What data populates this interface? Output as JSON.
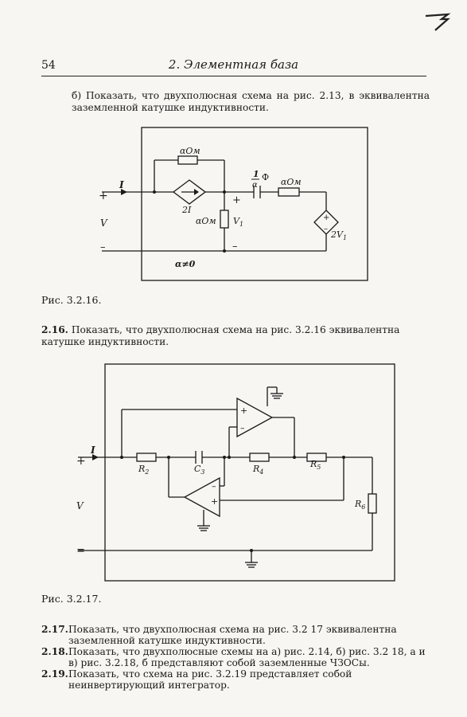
{
  "header": {
    "page_number": "54",
    "running_title": "2. Элементная база"
  },
  "paragraph_b": {
    "text": "б) Показать, что двухполюсная схема на рис. 2.13, в эквивалентна заземленной катушке индуктивности."
  },
  "figure_1": {
    "caption": "Рис. 3.2.16.",
    "labels": {
      "r_top": "αОм",
      "current": "I",
      "plus_left": "+",
      "voltage": "V",
      "minus_left": "–",
      "source": "2I",
      "r_mid": "αОм",
      "v1": "V",
      "v1_sub": "1",
      "plus_mid": "+",
      "minus_mid": "–",
      "cap_num": "1",
      "cap_den": "α",
      "cap_unit": "Ф",
      "r_right": "αОм",
      "vsource": "2V",
      "vsource_sub": "1",
      "alpha": "α≠0"
    }
  },
  "exercise_216": {
    "number": "2.16.",
    "text": "Показать, что двухполюсная схема на рис. 3.2.16 эквивалентна катушке индуктивности."
  },
  "figure_2": {
    "caption": "Рис. 3.2.17.",
    "labels": {
      "current": "I",
      "plus": "+",
      "voltage": "V",
      "minus": "=",
      "r2": "R",
      "r2_sub": "2",
      "c3": "C",
      "c3_sub": "3",
      "r4": "R",
      "r4_sub": "4",
      "r5": "R",
      "r5_sub": "5",
      "r6": "R",
      "r6_sub": "6",
      "op_plus": "+",
      "op_minus": "–"
    }
  },
  "exercises": [
    {
      "number": "2.17.",
      "text": "Показать, что двухполюсная схема на рис. 3.2 17 эквивалентна заземленной катушке индуктивности."
    },
    {
      "number": "2.18.",
      "text": "Показать, что двухполюсные схемы на а) рис. 2.14, б) рис. 3.2 18, а и в) рис. 3.2.18, б представляют собой заземленные ЧЗОСы."
    },
    {
      "number": "2.19.",
      "text": "Показать, что схема на рис. 3.2.19 представляет собой неинвертирующий интегратор."
    }
  ]
}
